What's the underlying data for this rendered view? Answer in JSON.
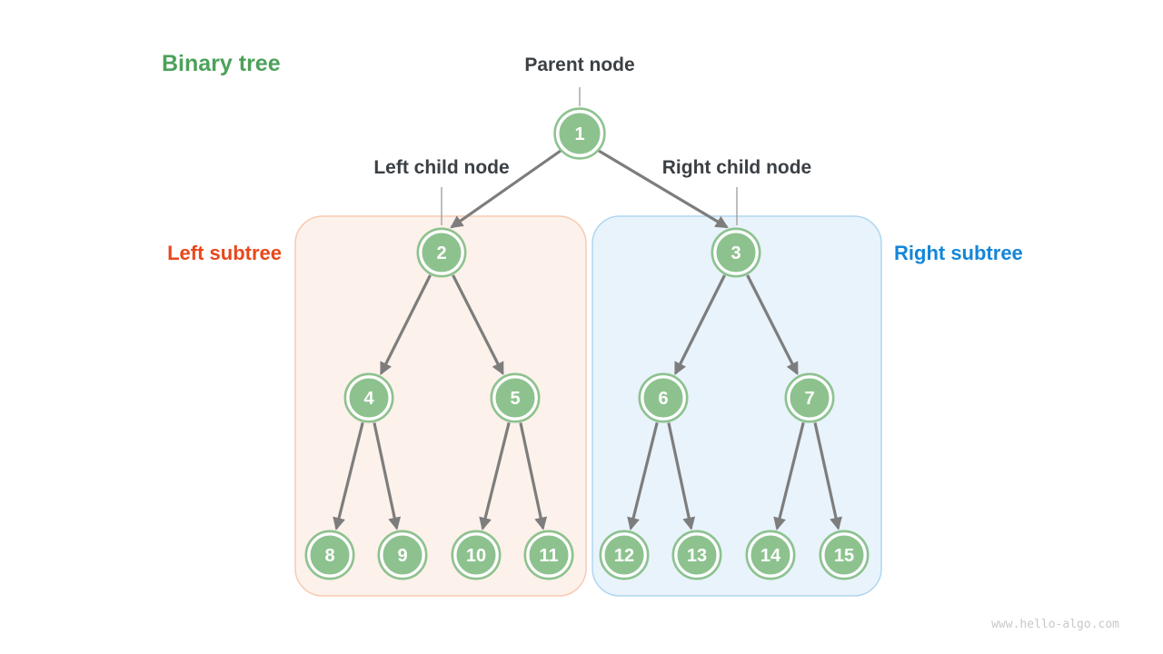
{
  "figure": {
    "title": "Binary tree",
    "watermark": "www.hello-algo.com"
  },
  "annotations": {
    "parent_node": "Parent node",
    "left_child": "Left child node",
    "right_child": "Right child node"
  },
  "regions": {
    "left": {
      "label": "Left subtree",
      "label_color": "#e8481c",
      "fill": "#fdf1eb",
      "border": "#f7cab3"
    },
    "right": {
      "label": "Right subtree",
      "label_color": "#1486d8",
      "fill": "#e9f3fb",
      "border": "#afd7f0"
    }
  },
  "tree": {
    "type": "perfect-binary-tree",
    "levels": [
      [
        "1"
      ],
      [
        "2",
        "3"
      ],
      [
        "4",
        "5",
        "6",
        "7"
      ],
      [
        "8",
        "9",
        "10",
        "11",
        "12",
        "13",
        "14",
        "15"
      ]
    ],
    "nodes": [
      "1",
      "2",
      "3",
      "4",
      "5",
      "6",
      "7",
      "8",
      "9",
      "10",
      "11",
      "12",
      "13",
      "14",
      "15"
    ],
    "edges": [
      [
        "1",
        "2"
      ],
      [
        "1",
        "3"
      ],
      [
        "2",
        "4"
      ],
      [
        "2",
        "5"
      ],
      [
        "3",
        "6"
      ],
      [
        "3",
        "7"
      ],
      [
        "4",
        "8"
      ],
      [
        "4",
        "9"
      ],
      [
        "5",
        "10"
      ],
      [
        "5",
        "11"
      ],
      [
        "6",
        "12"
      ],
      [
        "6",
        "13"
      ],
      [
        "7",
        "14"
      ],
      [
        "7",
        "15"
      ]
    ],
    "node_color": "#8dc28f",
    "node_text_color": "#ffffff",
    "edge_color": "#7d7d7d",
    "title_color": "#4ca15a",
    "label_color": "#3b4045"
  }
}
